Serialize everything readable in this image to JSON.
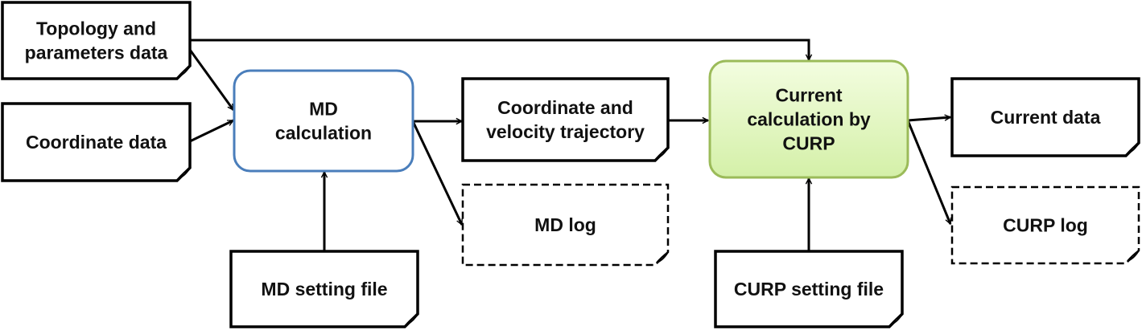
{
  "diagram": {
    "nodes": {
      "topology": {
        "lines": [
          "Topology and",
          "parameters data"
        ],
        "kind": "document"
      },
      "coordinate": {
        "lines": [
          "Coordinate data"
        ],
        "kind": "document"
      },
      "md_calc": {
        "lines": [
          "MD",
          "calculation"
        ],
        "kind": "process",
        "stroke": "#4a7ebb",
        "fill": "#ffffff"
      },
      "md_setting": {
        "lines": [
          "MD setting file"
        ],
        "kind": "document"
      },
      "trajectory": {
        "lines": [
          "Coordinate and",
          "velocity trajectory"
        ],
        "kind": "document"
      },
      "md_log": {
        "lines": [
          "MD log"
        ],
        "kind": "document-dashed"
      },
      "curp_calc": {
        "lines": [
          "Current",
          "calculation by",
          "CURP"
        ],
        "kind": "process",
        "stroke": "#9bbb59",
        "fill_top": "#f3fde0",
        "fill_bottom": "#d4f0a8"
      },
      "curp_setting": {
        "lines": [
          "CURP setting file"
        ],
        "kind": "document"
      },
      "current_data": {
        "lines": [
          "Current data"
        ],
        "kind": "document"
      },
      "curp_log": {
        "lines": [
          "CURP log"
        ],
        "kind": "document-dashed"
      }
    },
    "edges": [
      {
        "from": "topology",
        "to": "md_calc"
      },
      {
        "from": "topology",
        "to": "curp_calc"
      },
      {
        "from": "coordinate",
        "to": "md_calc"
      },
      {
        "from": "md_setting",
        "to": "md_calc"
      },
      {
        "from": "md_calc",
        "to": "trajectory"
      },
      {
        "from": "md_calc",
        "to": "md_log"
      },
      {
        "from": "trajectory",
        "to": "curp_calc"
      },
      {
        "from": "curp_setting",
        "to": "curp_calc"
      },
      {
        "from": "curp_calc",
        "to": "current_data"
      },
      {
        "from": "curp_calc",
        "to": "curp_log"
      }
    ]
  }
}
